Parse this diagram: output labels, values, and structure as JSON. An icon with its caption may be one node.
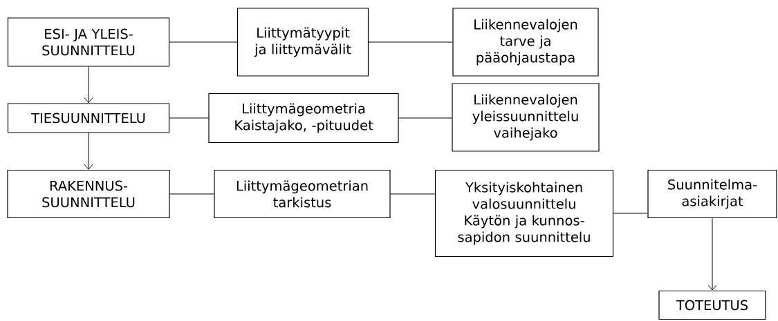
{
  "diagram": {
    "nodes": [
      {
        "text": [
          "ESI- JA YLEIS- SUUNNITTELU"
        ]
      },
      {
        "text": [
          "Liittymätyypit ja liittymävälit"
        ]
      },
      {
        "text": [
          "Liikennevalojen tarve ja pääohjaustapa"
        ]
      },
      {
        "text": [
          "TIESUUNNITTELU"
        ]
      },
      {
        "text": [
          "Liittymägeometria Kaistajako, -pituudet"
        ]
      },
      {
        "text": [
          "Liikennevalojen yleissuunnittelu vaihejako"
        ]
      },
      {
        "text": [
          "RAKENNUS- SUUNNITTELU"
        ]
      },
      {
        "text": [
          "Liittymägeometrian tarkistus"
        ]
      },
      {
        "text": [
          "Yksityiskohtainen valosuunnittelu Käytön ja kunnos- sapidon suunnittelu"
        ]
      },
      {
        "text": [
          "Suunnitelma- asiakirjat"
        ]
      },
      {
        "text": [
          "TOTEUTUS"
        ]
      }
    ],
    "edges": [
      {
        "from": 0,
        "to": 3,
        "arrow": "to"
      },
      {
        "from": 3,
        "to": 6,
        "arrow": "to"
      },
      {
        "from": 0,
        "to": 1,
        "arrow": "none"
      },
      {
        "from": 1,
        "to": 2,
        "arrow": "none"
      },
      {
        "from": 3,
        "to": 4,
        "arrow": "none"
      },
      {
        "from": 4,
        "to": 5,
        "arrow": "none"
      },
      {
        "from": 6,
        "to": 7,
        "arrow": "none"
      },
      {
        "from": 7,
        "to": 8,
        "arrow": "none"
      },
      {
        "from": 8,
        "to": 9,
        "arrow": "none"
      },
      {
        "from": 9,
        "to": 10,
        "arrow": "to"
      }
    ]
  }
}
